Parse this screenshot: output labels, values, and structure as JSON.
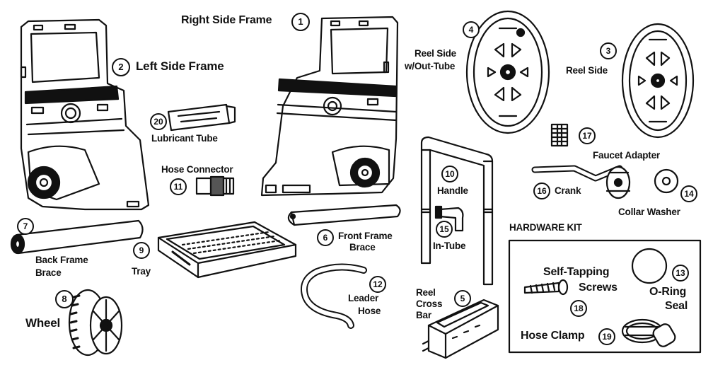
{
  "colors": {
    "ink": "#111111",
    "paper": "#ffffff",
    "shade": "#555555"
  },
  "parts": [
    {
      "id": "p1",
      "num": "1",
      "name": "Right Side Frame"
    },
    {
      "id": "p2",
      "num": "2",
      "name": "Left Side Frame"
    },
    {
      "id": "p3",
      "num": "3",
      "name": "Reel Side"
    },
    {
      "id": "p4",
      "num": "4",
      "name_line1": "Reel Side",
      "name_line2": "w/Out-Tube"
    },
    {
      "id": "p5",
      "num": "5",
      "name_line1": "Reel",
      "name_line2": "Cross",
      "name_line3": "Bar"
    },
    {
      "id": "p6",
      "num": "6",
      "name_line1": "Front Frame",
      "name_line2": "Brace"
    },
    {
      "id": "p7",
      "num": "7",
      "name_line1": "Back Frame",
      "name_line2": "Brace"
    },
    {
      "id": "p8",
      "num": "8",
      "name": "Wheel"
    },
    {
      "id": "p9",
      "num": "9",
      "name": "Tray"
    },
    {
      "id": "p10",
      "num": "10",
      "name": "Handle"
    },
    {
      "id": "p11",
      "num": "11",
      "name": "Hose Connector"
    },
    {
      "id": "p12",
      "num": "12",
      "name_line1": "Leader",
      "name_line2": "Hose"
    },
    {
      "id": "p13",
      "num": "13",
      "name_line1": "O-Ring",
      "name_line2": "Seal"
    },
    {
      "id": "p14",
      "num": "14",
      "name": "Collar Washer"
    },
    {
      "id": "p15",
      "num": "15",
      "name": "In-Tube"
    },
    {
      "id": "p16",
      "num": "16",
      "name": "Crank"
    },
    {
      "id": "p17",
      "num": "17",
      "name": "Faucet Adapter"
    },
    {
      "id": "p18",
      "num": "18",
      "name_line1": "Self-Tapping",
      "name_line2": "Screws"
    },
    {
      "id": "p19",
      "num": "19",
      "name": "Hose Clamp"
    },
    {
      "id": "p20",
      "num": "20",
      "name": "Lubricant Tube"
    }
  ],
  "hardware_kit": {
    "title": "HARDWARE KIT"
  }
}
